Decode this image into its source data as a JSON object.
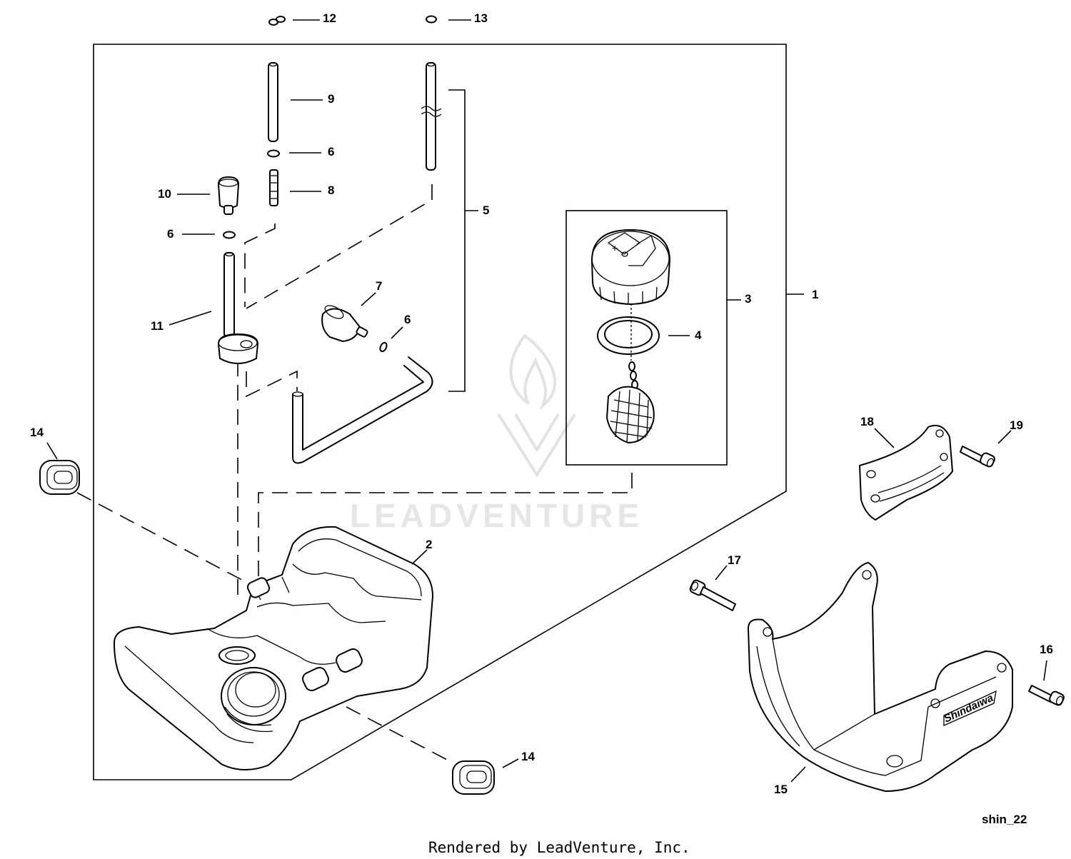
{
  "diagram": {
    "reference_code": "shin_22",
    "footer_text": "Rendered by LeadVenture, Inc.",
    "watermark_text": "LEADVENTURE",
    "brand_on_part": "Shindaiwa",
    "callouts": {
      "c12": "12",
      "c13": "13",
      "c9": "9",
      "c6a": "6",
      "c8": "8",
      "c10": "10",
      "c6b": "6",
      "c5": "5",
      "c7": "7",
      "c6c": "6",
      "c11": "11",
      "c3": "3",
      "c1": "1",
      "c4": "4",
      "c14a": "14",
      "c18": "18",
      "c19": "19",
      "c2": "2",
      "c17": "17",
      "c16": "16",
      "c14b": "14",
      "c15": "15"
    }
  }
}
